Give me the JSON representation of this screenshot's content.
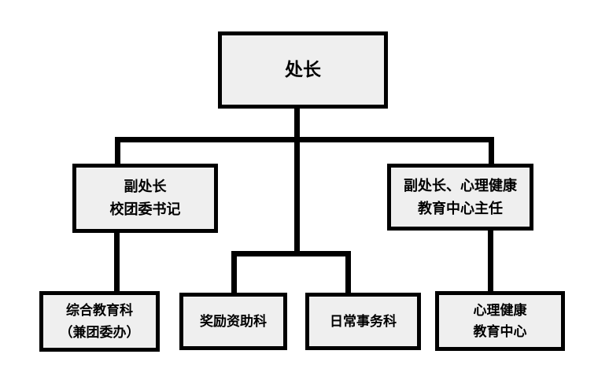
{
  "colors": {
    "background": "#ffffff",
    "box_fill": "#efefef",
    "box_border": "#000000",
    "connector_line": "#000000",
    "text": "#000000"
  },
  "org_chart": {
    "type": "organizational-hierarchy",
    "root": {
      "label": "处长"
    },
    "level2": [
      {
        "line1": "副处长",
        "line2": "校团委书记",
        "parent": "处长"
      },
      {
        "line1": "副处长、心理健康",
        "line2": "教育中心主任",
        "parent": "处长"
      }
    ],
    "level3": [
      {
        "line1": "综合教育科",
        "line2": "（兼团委办）",
        "parent": "副处长 校团委书记"
      },
      {
        "line1": "奖励资助科",
        "parent": "处长"
      },
      {
        "line1": "日常事务科",
        "parent": "处长"
      },
      {
        "line1": "心理健康",
        "line2": "教育中心",
        "parent": "副处长、心理健康教育中心主任"
      }
    ]
  }
}
